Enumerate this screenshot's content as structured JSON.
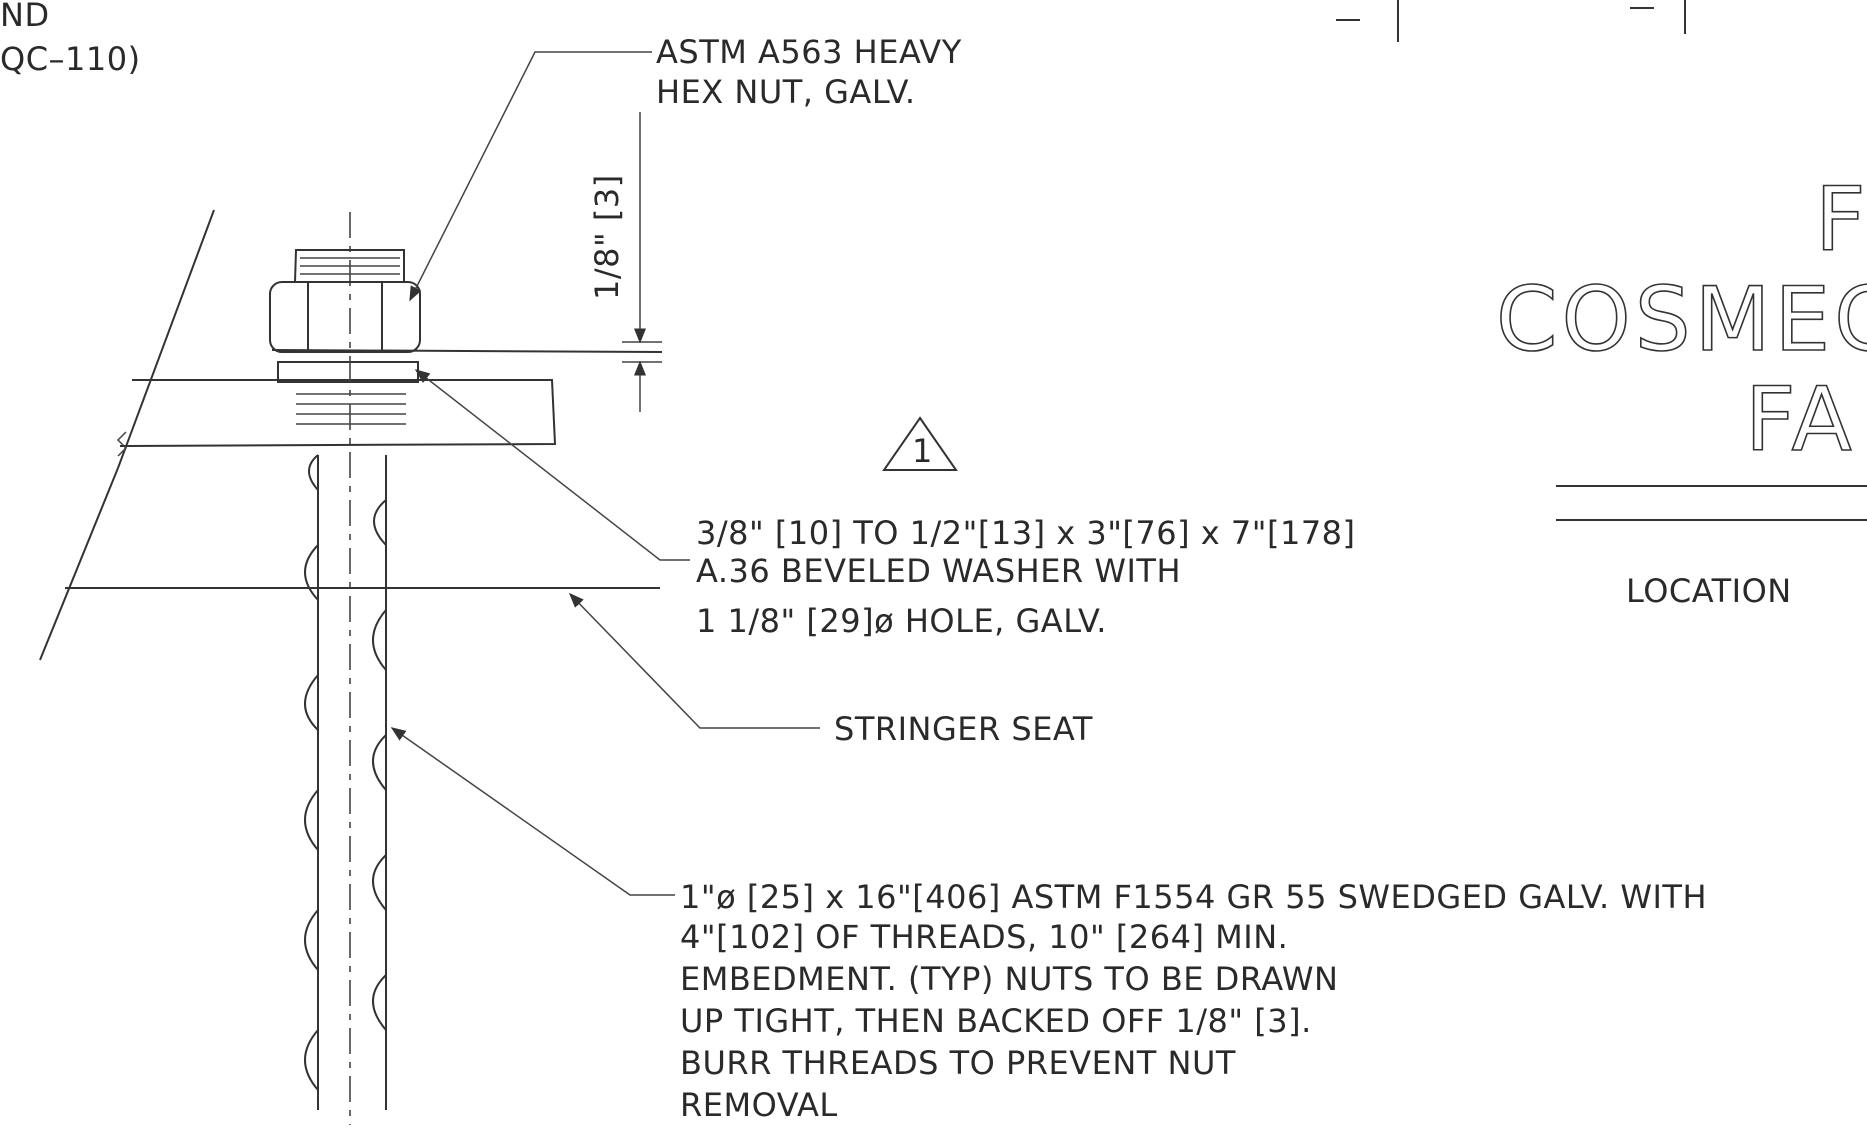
{
  "fragments": {
    "top_left_line1": "ND",
    "top_left_line2": "QC–110)",
    "title_fragment_1": "F",
    "title_fragment_2": "COSMEC",
    "title_fragment_3": "FA",
    "location_fragment": "LOCATION"
  },
  "dimension": {
    "text": "1/8\" [3]"
  },
  "revision_mark": "1",
  "callouts": {
    "nut": {
      "line1": "ASTM A563 HEAVY",
      "line2": "HEX NUT, GALV."
    },
    "washer": {
      "line1": "3/8\" [10] TO 1/2\"[13] x 3\"[76] x 7\"[178]",
      "line2": "A.36  BEVELED WASHER WITH",
      "line3": "1 1/8\" [29]ø HOLE, GALV."
    },
    "stringer_seat": "STRINGER SEAT",
    "bolt": {
      "line1": "1\"ø [25] x 16\"[406] ASTM F1554 GR 55 SWEDGED GALV. WITH",
      "line2": "4\"[102] OF THREADS, 10\" [264] MIN.",
      "line3": "EMBEDMENT. (TYP) NUTS TO BE DRAWN",
      "line4": "UP TIGHT, THEN BACKED OFF 1/8\" [3].",
      "line5": "BURR THREADS TO PREVENT NUT",
      "line6": "REMOVAL"
    }
  }
}
